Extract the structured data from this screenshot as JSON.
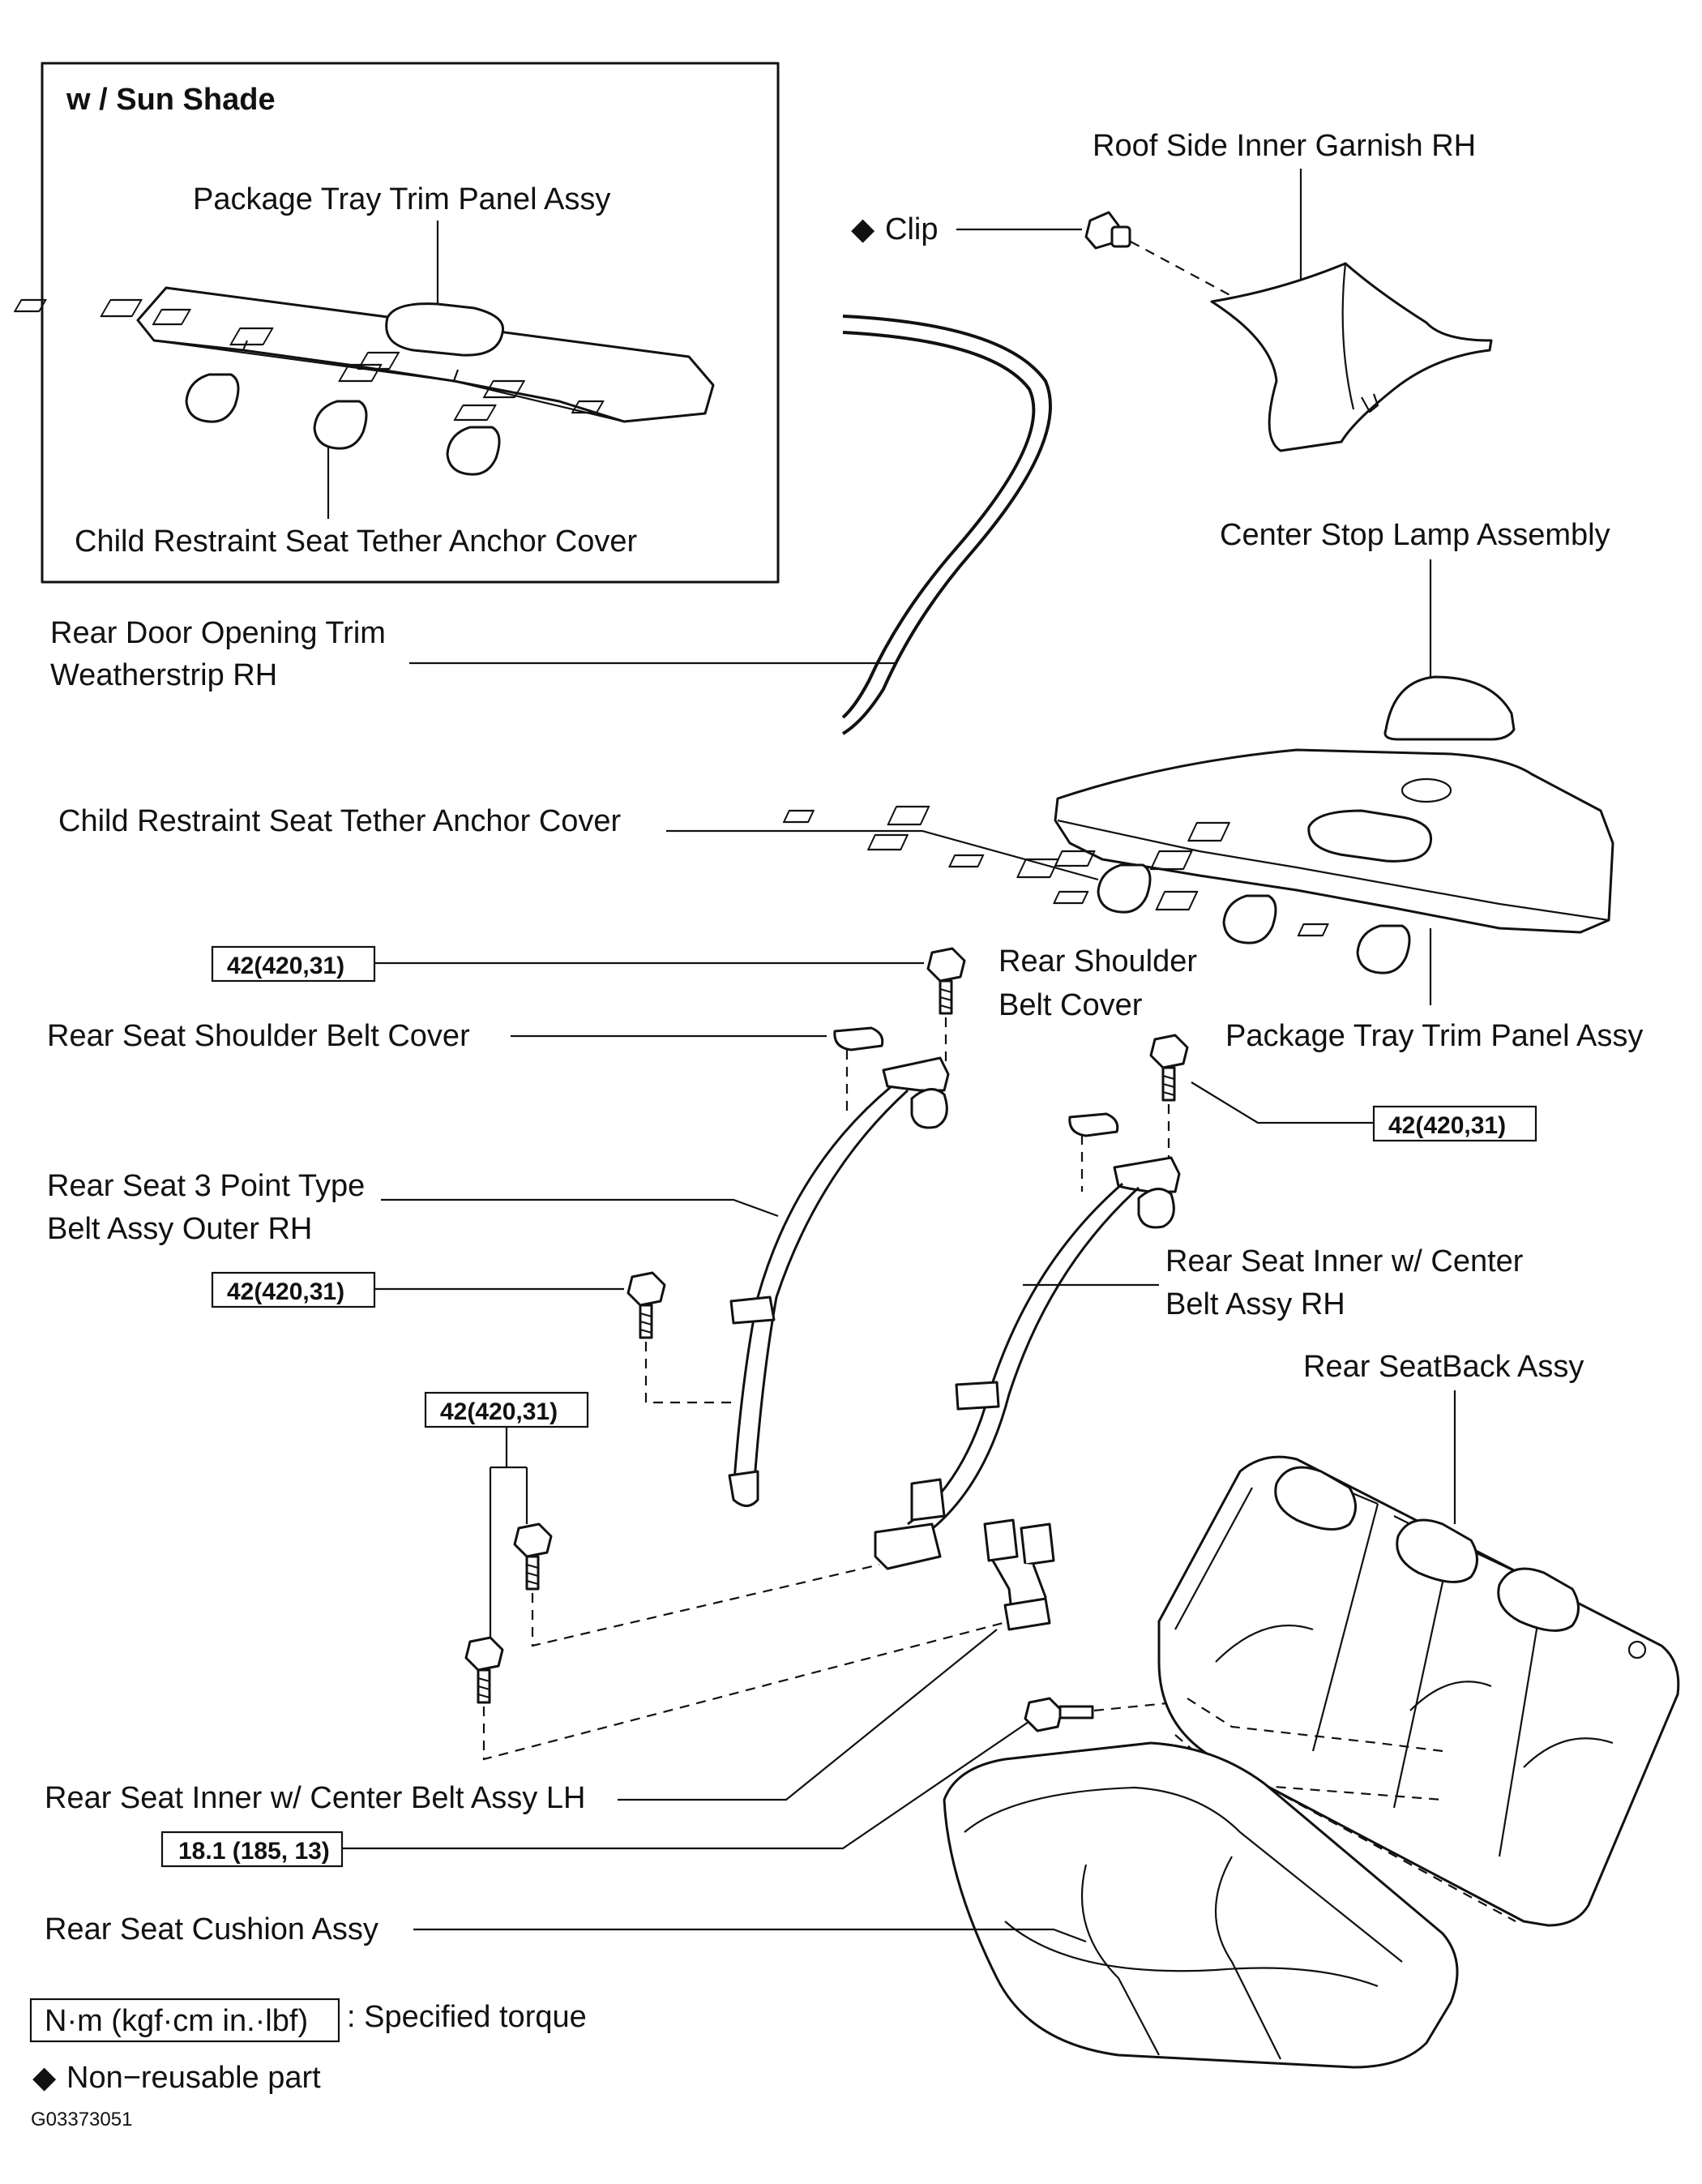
{
  "inset": {
    "title": "w / Sun Shade",
    "package_tray": "Package Tray Trim Panel Assy",
    "anchor_cover": "Child Restraint Seat Tether Anchor Cover"
  },
  "labels": {
    "roof_garnish": "Roof Side Inner Garnish RH",
    "clip": "Clip",
    "center_stop_lamp": "Center Stop Lamp Assembly",
    "rear_door_line1": "Rear Door Opening Trim",
    "rear_door_line2": "Weatherstrip RH",
    "anchor_cover": "Child Restraint Seat Tether Anchor Cover",
    "rear_shoulder_cover_line1": "Rear Shoulder",
    "rear_shoulder_cover_line2": "Belt Cover",
    "package_tray": "Package Tray Trim Panel Assy",
    "seat_shoulder_cover": "Rear Seat Shoulder Belt Cover",
    "outer_belt_line1": "Rear Seat 3 Point Type",
    "outer_belt_line2": "Belt Assy Outer RH",
    "inner_rh_line1": "Rear Seat Inner w/ Center",
    "inner_rh_line2": "Belt Assy RH",
    "seatback": "Rear SeatBack Assy",
    "inner_lh": "Rear Seat Inner w/ Center Belt Assy LH",
    "cushion": "Rear Seat Cushion Assy"
  },
  "torque": {
    "t1": "42(420,31)",
    "t2": "42(420,31)",
    "t3": "42(420,31)",
    "t4": "42(420,31)",
    "t5": "18.1 (185, 13)"
  },
  "legend": {
    "torque_unit": "N·m (kgf·cm in.·lbf)",
    "torque_desc": ": Specified torque",
    "nonreusable": "Non−reusable part",
    "diamond": "◆"
  },
  "figure_code": "G03373051"
}
